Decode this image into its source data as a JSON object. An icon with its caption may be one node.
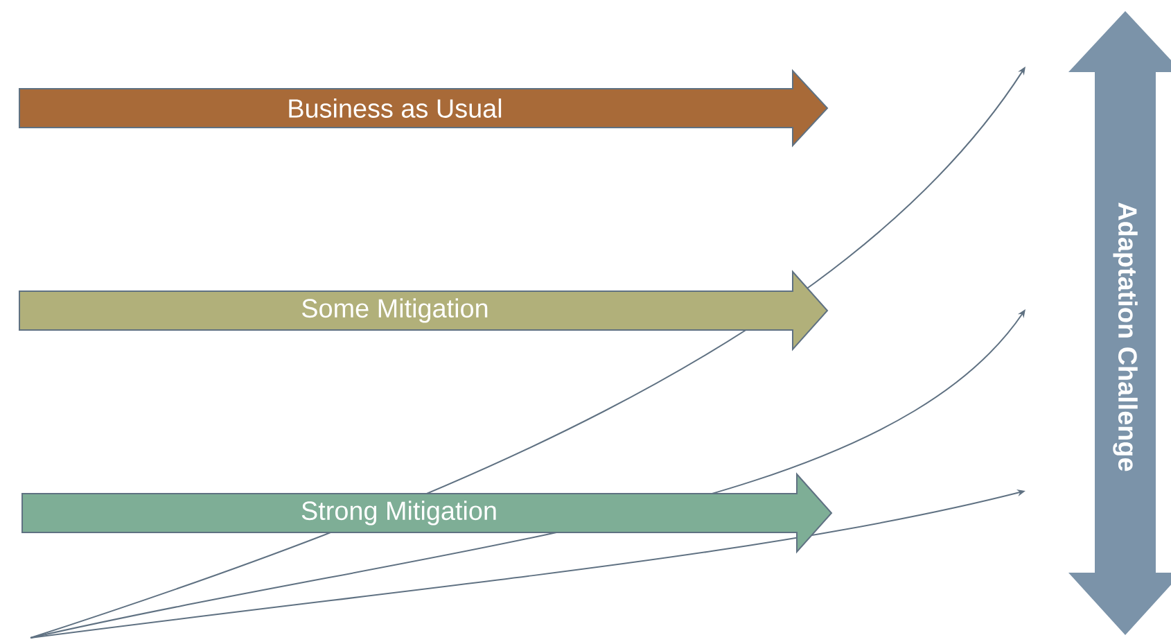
{
  "diagram": {
    "nodes": [
      {
        "text": [
          "Business as Usual"
        ]
      },
      {
        "text": [
          "Some Mitigation"
        ]
      },
      {
        "text": [
          "Strong Mitigation"
        ]
      },
      {
        "text": [
          "Adaptation Challenge"
        ]
      }
    ]
  }
}
